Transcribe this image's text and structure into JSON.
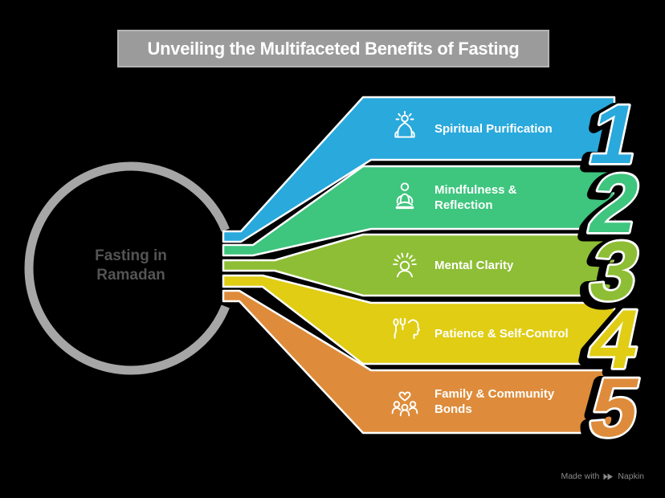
{
  "title": "Unveiling the Multifaceted Benefits of Fasting",
  "center": {
    "line1": "Fasting in",
    "line2": "Ramadan"
  },
  "items": [
    {
      "number": "1",
      "color": "#29A9DC",
      "icon": "mosque-sparkle-icon",
      "lines": [
        "Spiritual Purification",
        ""
      ]
    },
    {
      "number": "2",
      "color": "#3EC57E",
      "icon": "meditation-icon",
      "lines": [
        "Mindfulness &",
        "Reflection"
      ]
    },
    {
      "number": "3",
      "color": "#8EBE35",
      "icon": "radiant-person-icon",
      "lines": [
        "Mental Clarity",
        ""
      ]
    },
    {
      "number": "4",
      "color": "#E0CD14",
      "icon": "cutlery-head-icon",
      "lines": [
        "Patience & Self-Control",
        ""
      ]
    },
    {
      "number": "5",
      "color": "#DE8C3B",
      "icon": "family-heart-icon",
      "lines": [
        "Family & Community",
        "Bonds"
      ]
    }
  ],
  "watermark": {
    "prefix": "Made with",
    "brand": "Napkin"
  },
  "colors": {
    "background": "#000000",
    "title_bg": "#9B9B9B",
    "title_text": "#FFFFFF",
    "ring": "#A6A6A6",
    "center_text": "#545454",
    "label_text": "#FFFFFF",
    "watermark_text": "#8A8A8A"
  }
}
